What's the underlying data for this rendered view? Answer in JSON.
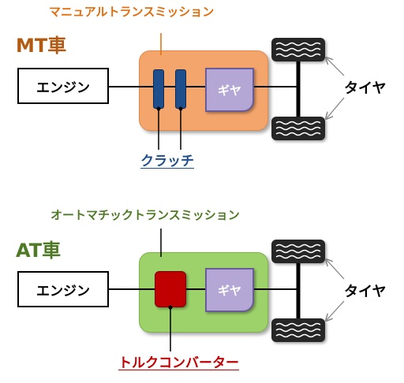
{
  "mt": {
    "title": "MT車",
    "transmission_label": "マニュアルトランスミッション",
    "engine_label": "エンジン",
    "gear_label": "ギヤ",
    "clutch_label": "クラッチ",
    "tire_label": "タイヤ"
  },
  "at": {
    "title": "AT車",
    "transmission_label": "オートマチックトランスミッション",
    "engine_label": "エンジン",
    "gear_label": "ギヤ",
    "converter_label": "トルクコンバーター",
    "tire_label": "タイヤ"
  },
  "colors": {
    "mt_title": "#b35a12",
    "mt_transmission_label": "#e36c0a",
    "mt_transmission_box": "#f4a56b",
    "clutch": "#1f4e8c",
    "clutch_label": "#1f4e8c",
    "at_title": "#4e7a26",
    "at_transmission_label": "#4e7a26",
    "at_transmission_box": "#9dd26a",
    "converter": "#c00000",
    "converter_label": "#c00000",
    "gear": "#b4a7d6",
    "tire": "#262626"
  }
}
